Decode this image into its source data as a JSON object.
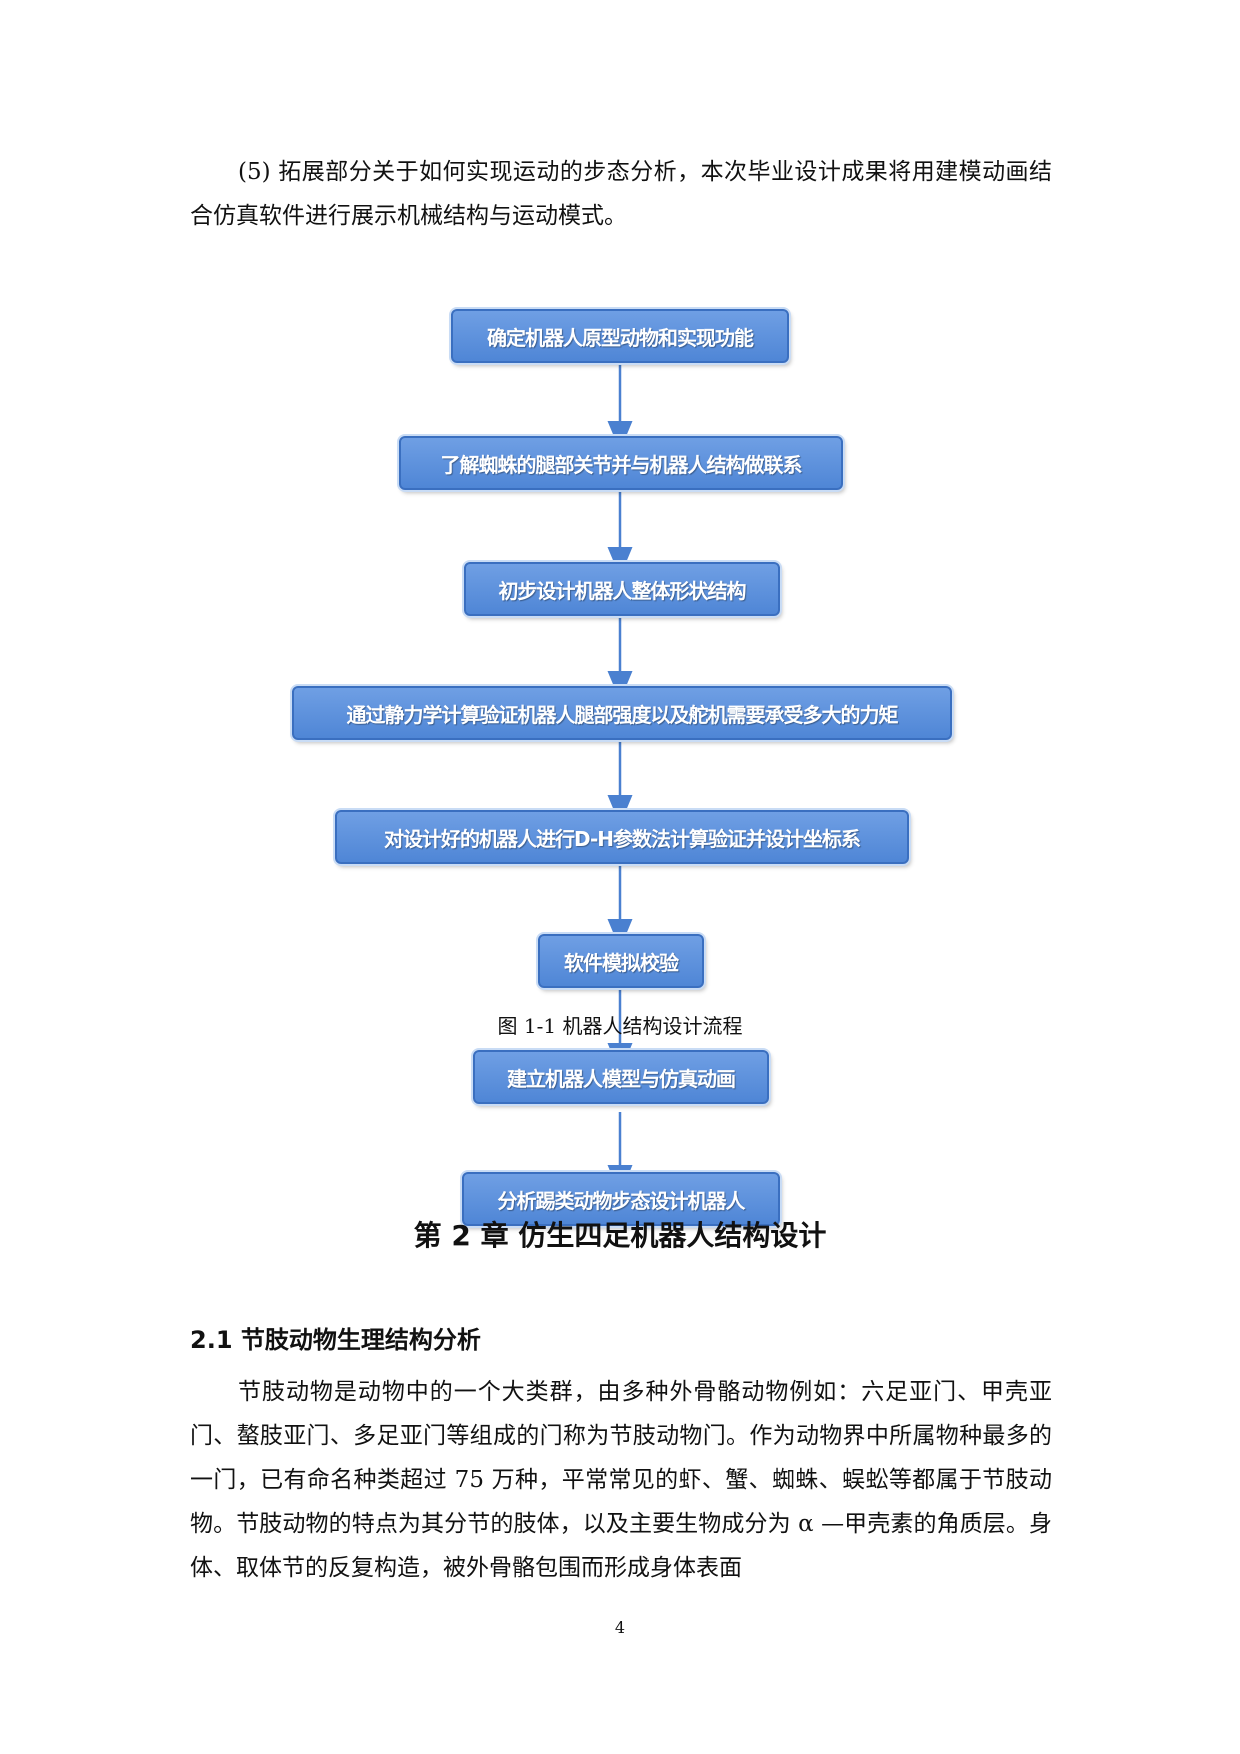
{
  "intro_paragraph": "(5) 拓展部分关于如何实现运动的步态分析，本次毕业设计成果将用建模动画结合仿真软件进行展示机械结构与运动模式。",
  "flowchart": {
    "steps": [
      "确定机器人原型动物和实现功能",
      "了解蜘蛛的腿部关节并与机器人结构做联系",
      "初步设计机器人整体形状结构",
      "通过静力学计算验证机器人腿部强度以及舵机需要承受多大的力矩",
      "对设计好的机器人进行D-H参数法计算验证并设计坐标系",
      "软件模拟校验",
      "建立机器人模型与仿真动画",
      "分析踢类动物步态设计机器人"
    ],
    "box_color": "#5b8fdc",
    "arrow_color": "#4a80d0"
  },
  "figure_caption": "图 1-1  机器人结构设计流程",
  "chapter_title": "第 2 章  仿生四足机器人结构设计",
  "section_title": "2.1  节肢动物生理结构分析",
  "body_paragraph": "节肢动物是动物中的一个大类群，由多种外骨骼动物例如：六足亚门、甲壳亚门、螯肢亚门、多足亚门等组成的门称为节肢动物门。作为动物界中所属物种最多的一门，已有命名种类超过 75 万种，平常常见的虾、蟹、蜘蛛、蜈蚣等都属于节肢动物。节肢动物的特点为其分节的肢体，以及主要生物成分为 α —甲壳素的角质层。身体、取体节的反复构造，被外骨骼包围而形成身体表面",
  "page_number": "4"
}
